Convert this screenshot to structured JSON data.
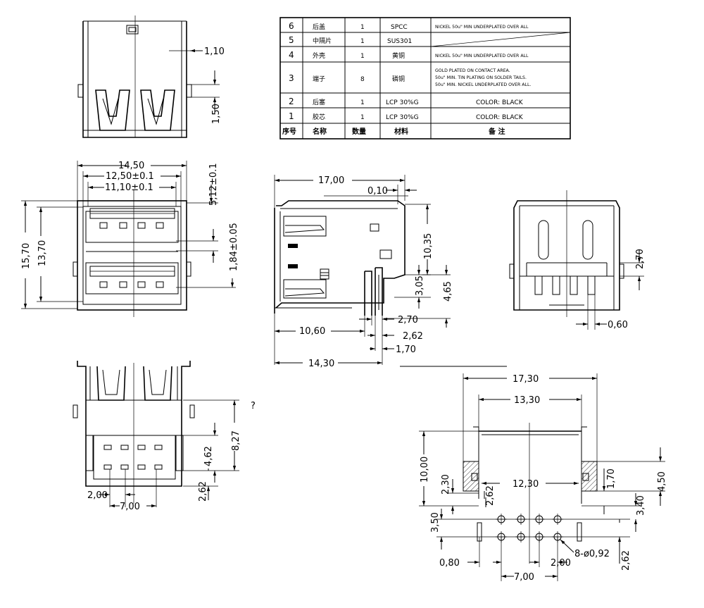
{
  "bom_table": {
    "rows": [
      {
        "no": "6",
        "name": "后盖",
        "qty": "1",
        "material": "SPCC",
        "remark": "NICKEL 50u\" MIN UNDERPLATED OVER ALL"
      },
      {
        "no": "5",
        "name": "中隔片",
        "qty": "1",
        "material": "SUS301",
        "remark": ""
      },
      {
        "no": "4",
        "name": "外壳",
        "qty": "1",
        "material": "黄铜",
        "remark": "NICKEL 50u\" MIN UNDERPLATED OVER ALL"
      },
      {
        "no": "3",
        "name": "端子",
        "qty": "8",
        "material": "磷铜",
        "remark_lines": [
          "GOLD PLATED ON CONTACT AREA.",
          "50u\" MIN. TIN PLATING ON SOLDER TAILS.",
          "50u\" MIN. NICKEL UNDERPLATED OVER ALL."
        ]
      },
      {
        "no": "2",
        "name": "后塞",
        "qty": "1",
        "material": "LCP 30%G",
        "remark": "COLOR: BLACK"
      },
      {
        "no": "1",
        "name": "胶芯",
        "qty": "1",
        "material": "LCP 30%G",
        "remark": "COLOR: BLACK"
      }
    ],
    "header": {
      "no": "序号",
      "name": "名称",
      "qty": "数量",
      "material": "材料",
      "remark": "备 注"
    }
  },
  "dims": {
    "top_view": {
      "d1": "1,10",
      "d2": "1,50"
    },
    "front_view": {
      "w1": "14,50",
      "w2": "12,50±0.1",
      "w3": "11,10±0.1",
      "h1": "5,12±0.1",
      "h2": "15,70",
      "h3": "13,70",
      "h4": "1,84±0.05"
    },
    "side_view": {
      "w1": "17,00",
      "w2": "0,10",
      "w3": "10,60",
      "w4": "14,30",
      "h1": "10,35",
      "h2": "3,05",
      "h3": "4,65",
      "p1": "2,70",
      "p2": "2,62",
      "p3": "1,70"
    },
    "rear_view": {
      "d1": "2,70",
      "d2": "0,60"
    },
    "bottom_view": {
      "h1": "8,27",
      "h2": "4,62",
      "h3": "2,62",
      "w1": "2,00",
      "w2": "7,00"
    },
    "pcb_layout": {
      "w1": "17,30",
      "w2": "13,30",
      "w3": "12,30",
      "h1": "10,00",
      "h2": "2,30",
      "h3": "2,62",
      "h4": "1,70",
      "h5": "4,50",
      "h6": "3,40",
      "h7": "3,50",
      "h8": "2,62",
      "p1": "0,80",
      "p2": "2,00",
      "p3": "7,00",
      "holes": "8-ø0,92"
    }
  },
  "stray_mark": "?"
}
